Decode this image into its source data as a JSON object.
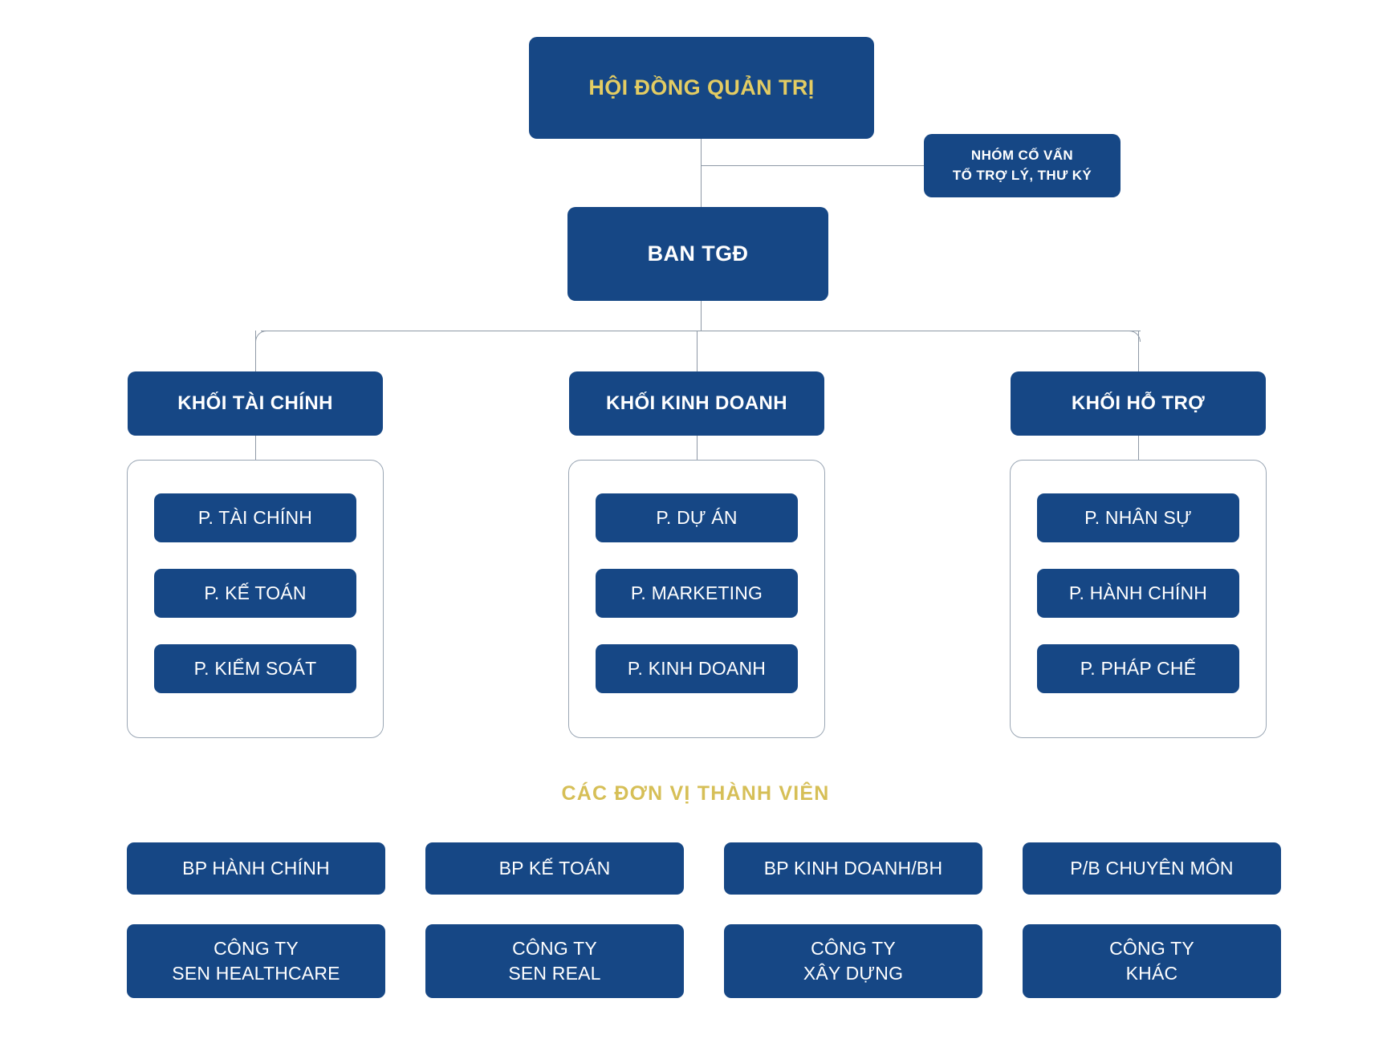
{
  "colors": {
    "box_blue": "#164785",
    "gold_text": "#e3cc63",
    "section_gold": "#d6bf57",
    "white_text": "#ffffff",
    "line_gray": "#8e99a6",
    "background": "#ffffff"
  },
  "top": {
    "board_label": "HỘI ĐỒNG QUẢN TRỊ",
    "advisors_line1": "NHÓM CỐ VẤN",
    "advisors_line2": "TỔ TRỢ LÝ, THƯ KÝ",
    "executive_label": "BAN TGĐ"
  },
  "divisions": [
    {
      "title": "KHỐI TÀI CHÍNH",
      "departments": [
        "P. TÀI CHÍNH",
        "P. KẾ TOÁN",
        "P. KIỂM SOÁT"
      ]
    },
    {
      "title": "KHỐI KINH DOANH",
      "departments": [
        "P. DỰ ÁN",
        "P. MARKETING",
        "P. KINH DOANH"
      ]
    },
    {
      "title": "KHỐI HỖ TRỢ",
      "departments": [
        "P. NHÂN SỰ",
        "P. HÀNH CHÍNH",
        "P. PHÁP CHẾ"
      ]
    }
  ],
  "members": {
    "title": "CÁC ĐƠN VỊ THÀNH VIÊN",
    "units": [
      "BP HÀNH CHÍNH",
      "BP KẾ TOÁN",
      "BP KINH DOANH/BH",
      "P/B CHUYÊN MÔN"
    ],
    "companies": [
      {
        "line1": "CÔNG TY",
        "line2": "SEN HEALTHCARE"
      },
      {
        "line1": "CÔNG TY",
        "line2": "SEN REAL"
      },
      {
        "line1": "CÔNG TY",
        "line2": "XÂY DỰNG"
      },
      {
        "line1": "CÔNG TY",
        "line2": "KHÁC"
      }
    ]
  }
}
